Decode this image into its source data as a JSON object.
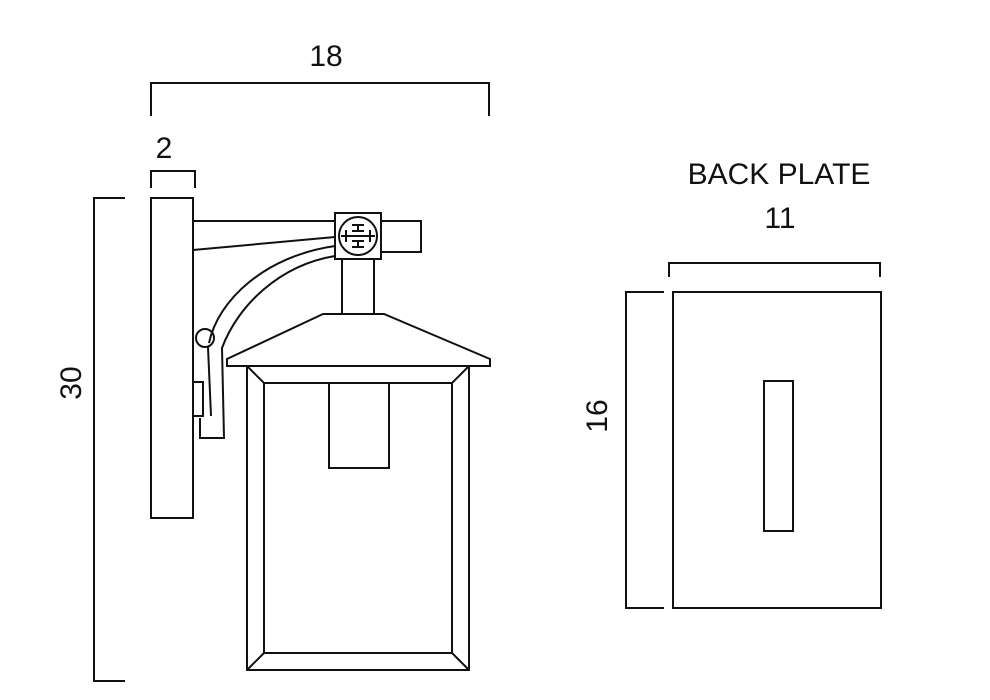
{
  "drawing": {
    "fixture_view": {
      "width_dim": "18",
      "depth_dim": "2",
      "height_dim": "30"
    },
    "back_plate": {
      "title": "BACK PLATE",
      "width_dim": "11",
      "height_dim": "16"
    }
  },
  "colors": {
    "line": "#111111",
    "background": "#ffffff"
  }
}
